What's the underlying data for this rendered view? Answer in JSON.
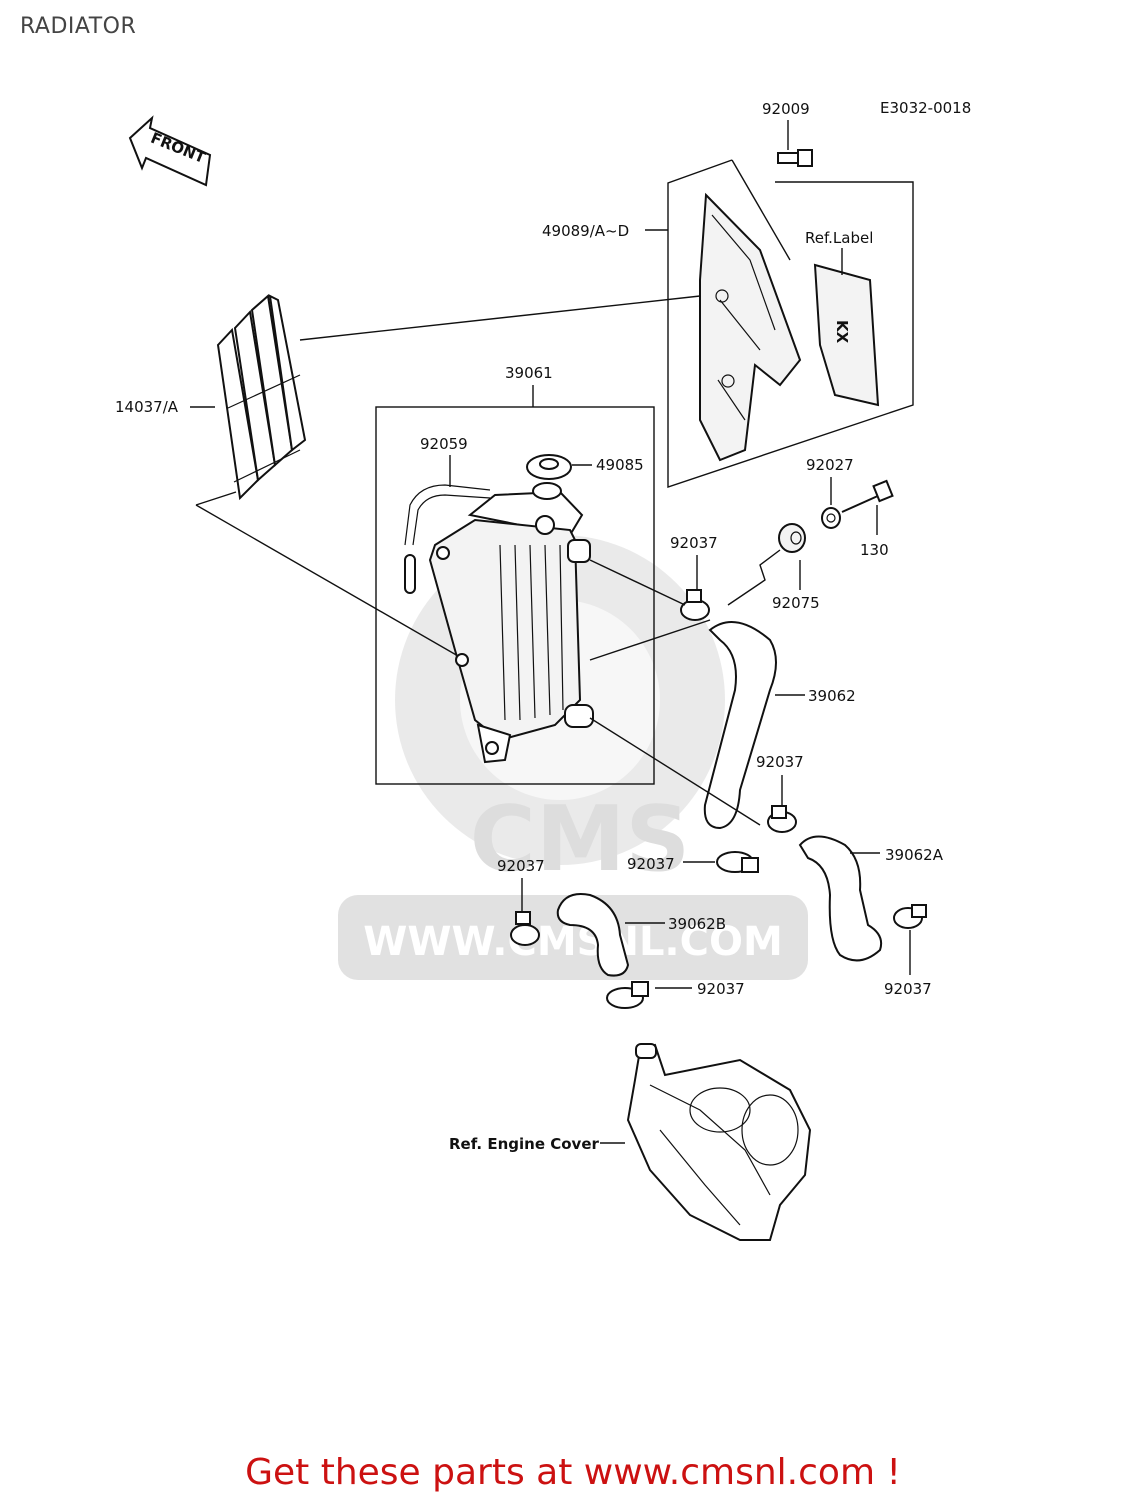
{
  "header": {
    "title": "RADIATOR"
  },
  "diagram": {
    "code": "E3032-0018",
    "front_arrow": "FRONT",
    "watermark": {
      "brand": "CMS",
      "url": "WWW.CMSNL.COM"
    },
    "parts": {
      "p92009": "92009",
      "p49089": "49089/A~D",
      "ref_label": "Ref.Label",
      "p14037": "14037/A",
      "p39061": "39061",
      "p92059": "92059",
      "p49085": "49085",
      "p92027": "92027",
      "p130": "130",
      "p92037_a": "92037",
      "p92075": "92075",
      "p39062": "39062",
      "p92037_b": "92037",
      "p39062A": "39062A",
      "p92037_c": "92037",
      "p92037_d": "92037",
      "p39062B": "39062B",
      "p92037_e": "92037",
      "p92037_f": "92037",
      "ref_engine_cover": "Ref. Engine Cover"
    }
  },
  "footer": {
    "text": "Get these parts at www.cmsnl.com !",
    "color": "#cc1111"
  }
}
